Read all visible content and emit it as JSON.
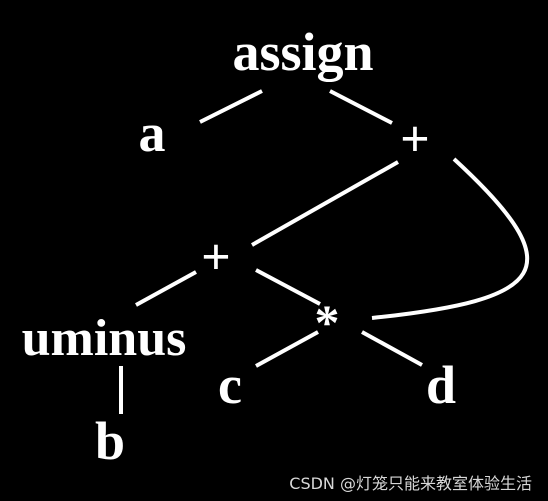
{
  "nodes": {
    "assign": "assign",
    "a": "a",
    "plus_top": "+",
    "plus_mid": "+",
    "uminus": "uminus",
    "star": "*",
    "c": "c",
    "d": "d",
    "b": "b"
  },
  "colors": {
    "background": "#000000",
    "foreground": "#ffffff",
    "watermark": "#d8d8d8"
  },
  "watermark": "CSDN @灯笼只能来教室体验生活"
}
